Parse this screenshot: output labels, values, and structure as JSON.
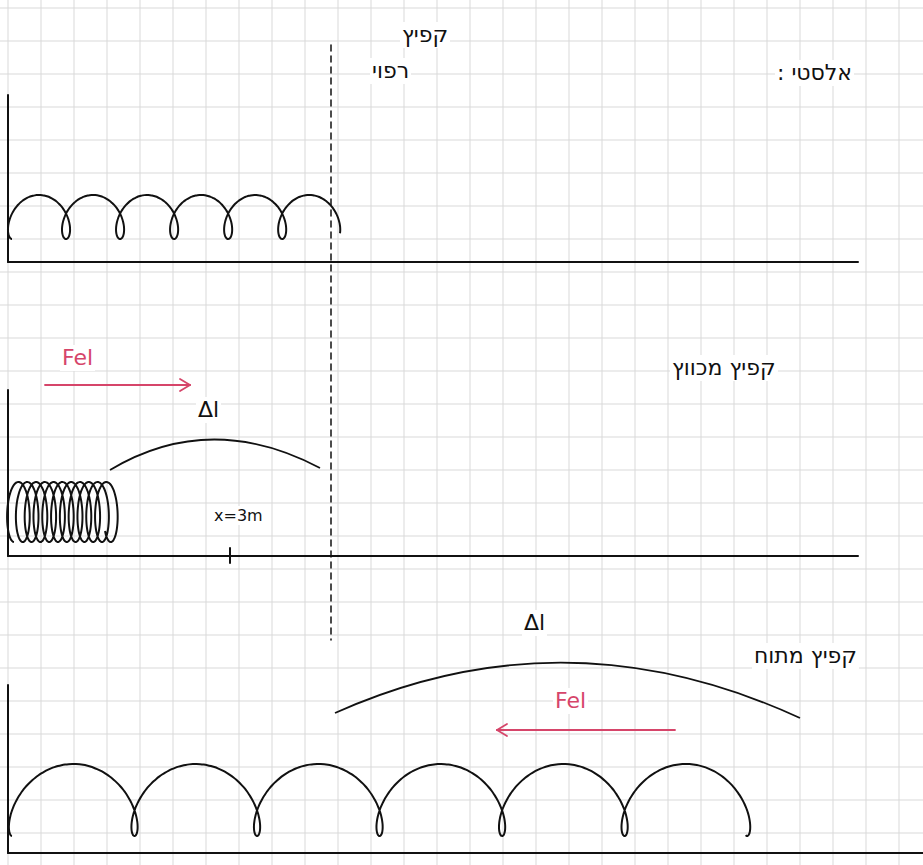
{
  "diagram": {
    "labels": [
      "אלסטי :",
      "קפיץ",
      "רפוי",
      "Fel",
      "Δl",
      "x=3m",
      "קפיץ מכווץ",
      "Δl",
      "Fel",
      "קפיץ מתוח"
    ]
  }
}
